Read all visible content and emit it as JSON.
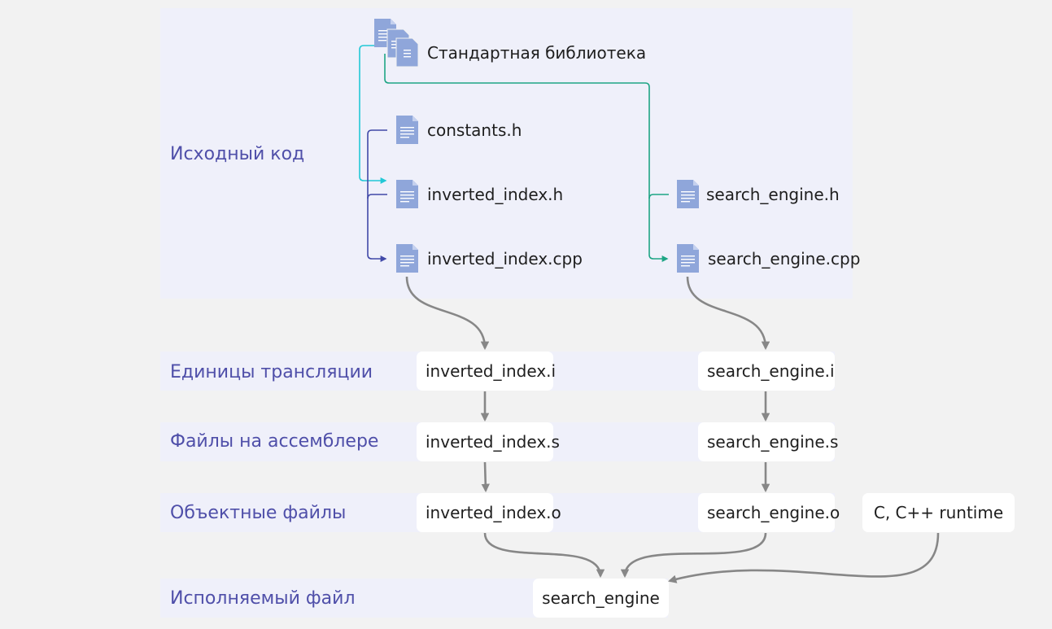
{
  "colors": {
    "band": "#eff0fa",
    "stage_label": "#4f4fa9",
    "doc_icon": "#8fa6da",
    "arrow_gray": "#878787",
    "arrow_cyan": "#22c8d6",
    "arrow_teal": "#1ea585",
    "arrow_indigo": "#4149a8"
  },
  "stages": {
    "source": "Исходный код",
    "translation_units": "Единицы трансляции",
    "assembly": "Файлы на ассемблере",
    "objects": "Объектные файлы",
    "executable": "Исполняемый файл"
  },
  "sources": {
    "stdlib": {
      "label": "Стандартная библиотека",
      "icon": "documents-icon"
    },
    "constants_h": {
      "label": "constants.h",
      "icon": "document-icon"
    },
    "inverted_index_h": {
      "label": "inverted_index.h",
      "icon": "document-icon"
    },
    "inverted_index_cpp": {
      "label": "inverted_index.cpp",
      "icon": "document-icon"
    },
    "search_engine_h": {
      "label": "search_engine.h",
      "icon": "document-icon"
    },
    "search_engine_cpp": {
      "label": "search_engine.cpp",
      "icon": "document-icon"
    }
  },
  "nodes": {
    "inverted_index_i": "inverted_index.i",
    "search_engine_i": "search_engine.i",
    "inverted_index_s": "inverted_index.s",
    "search_engine_s": "search_engine.s",
    "inverted_index_o": "inverted_index.o",
    "search_engine_o": "search_engine.o",
    "runtime": "C, C++ runtime",
    "executable": "search_engine"
  }
}
